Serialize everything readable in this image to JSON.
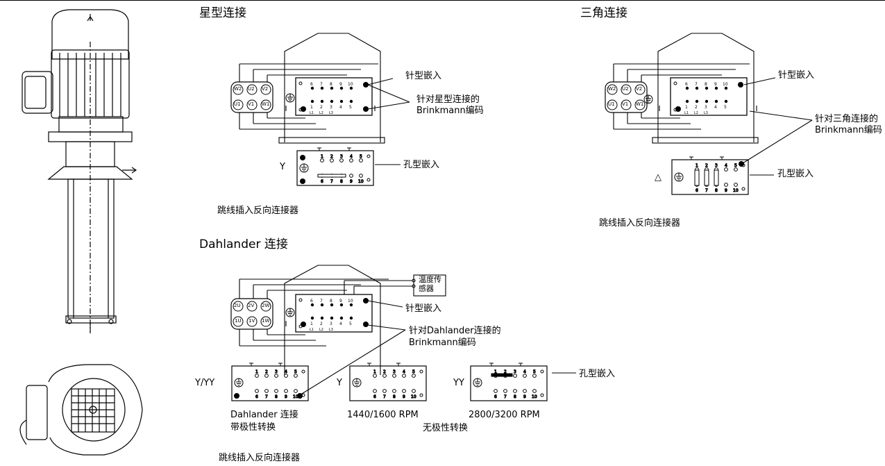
{
  "sections": {
    "star": {
      "title": "星型连接",
      "pin_insert": "针型嵌入",
      "coding_line1": "针对星型连接的",
      "coding_line2": "Brinkmann编码",
      "socket_insert": "孔型嵌入",
      "jumper_note": "跳线插入反向连接器"
    },
    "delta": {
      "title": "三角连接",
      "pin_insert": "针型嵌入",
      "coding_line1": "针对三角连接的",
      "coding_line2": "Brinkmann编码",
      "socket_insert": "孔型嵌入",
      "jumper_note": "跳线插入反向连接器"
    },
    "dahlander": {
      "title": "Dahlander 连接",
      "temp_sensor_line1": "温度传",
      "temp_sensor_line2": "感器",
      "pin_insert": "针型嵌入",
      "coding_line1": "针对Dahlander连接的",
      "coding_line2": "Brinkmann编码",
      "socket_insert": "孔型嵌入",
      "variant1_line1": "Dahlander 连接",
      "variant1_line2": "带极性转换",
      "variant2_rpm": "1440/1600 RPM",
      "variant3_rpm": "2800/3200 RPM",
      "no_polarity": "无极性转换",
      "jumper_note": "跳线插入反向连接器"
    }
  },
  "terminals": {
    "star_top": [
      "W2",
      "U2",
      "V2"
    ],
    "star_bottom": [
      "U1",
      "V1",
      "W1"
    ],
    "dahl_top": [
      "2U",
      "2V",
      "2W"
    ],
    "dahl_bottom": [
      "1U",
      "1V",
      "1W"
    ]
  },
  "pin_numbers": {
    "top": [
      "6",
      "7",
      "8",
      "9",
      "10"
    ],
    "bottom": [
      "1",
      "2",
      "3",
      "4",
      "5"
    ],
    "lines": [
      "L1",
      "L2",
      "L3"
    ]
  },
  "symbols": {
    "star": "Y",
    "delta": "△",
    "dual_star": "YY",
    "star_dual": "Y/YY"
  }
}
